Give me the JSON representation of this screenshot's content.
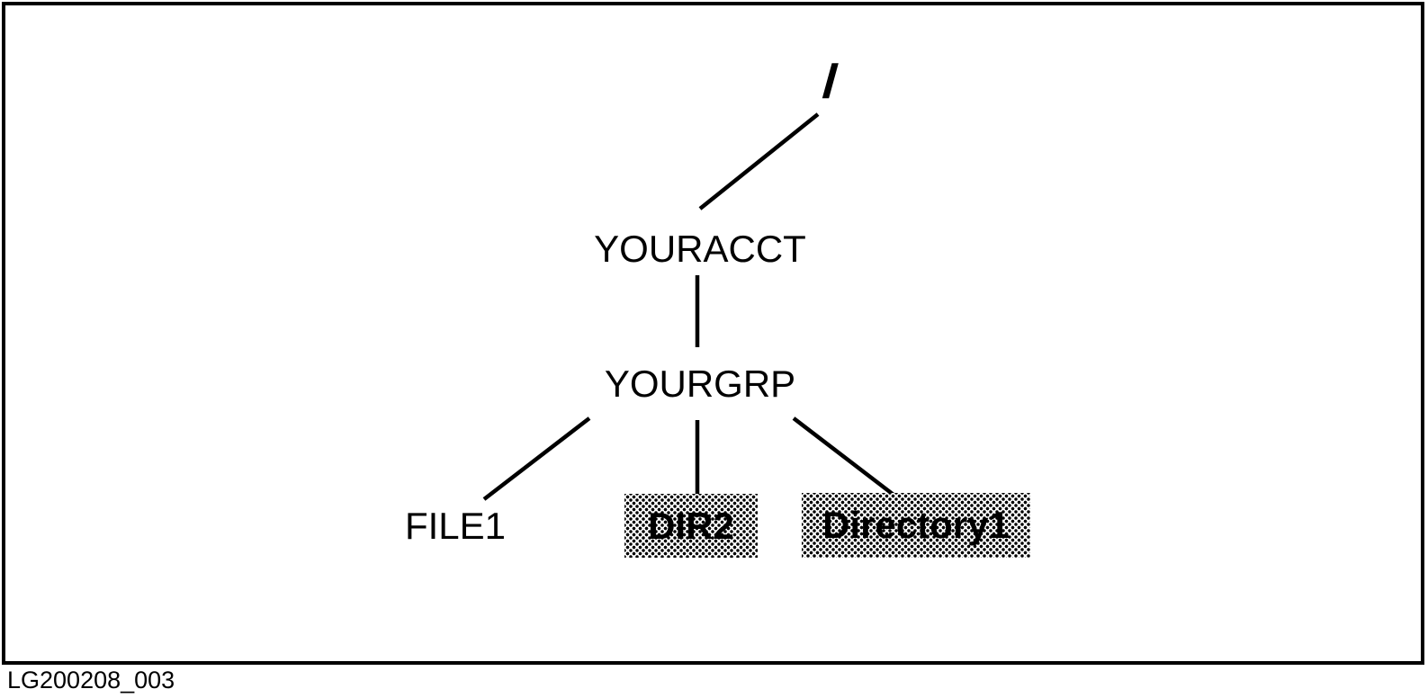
{
  "diagram": {
    "root_label": "/",
    "account_label": "YOURACCT",
    "group_label": "YOURGRP",
    "children": [
      {
        "label": "FILE1",
        "shaded": false
      },
      {
        "label": "DIR2",
        "shaded": true
      },
      {
        "label": "Directory1",
        "shaded": true
      }
    ]
  },
  "caption": "LG200208_003",
  "colors": {
    "line": "#000000",
    "text": "#000000",
    "background": "#ffffff",
    "shading_dots": "#000000"
  }
}
